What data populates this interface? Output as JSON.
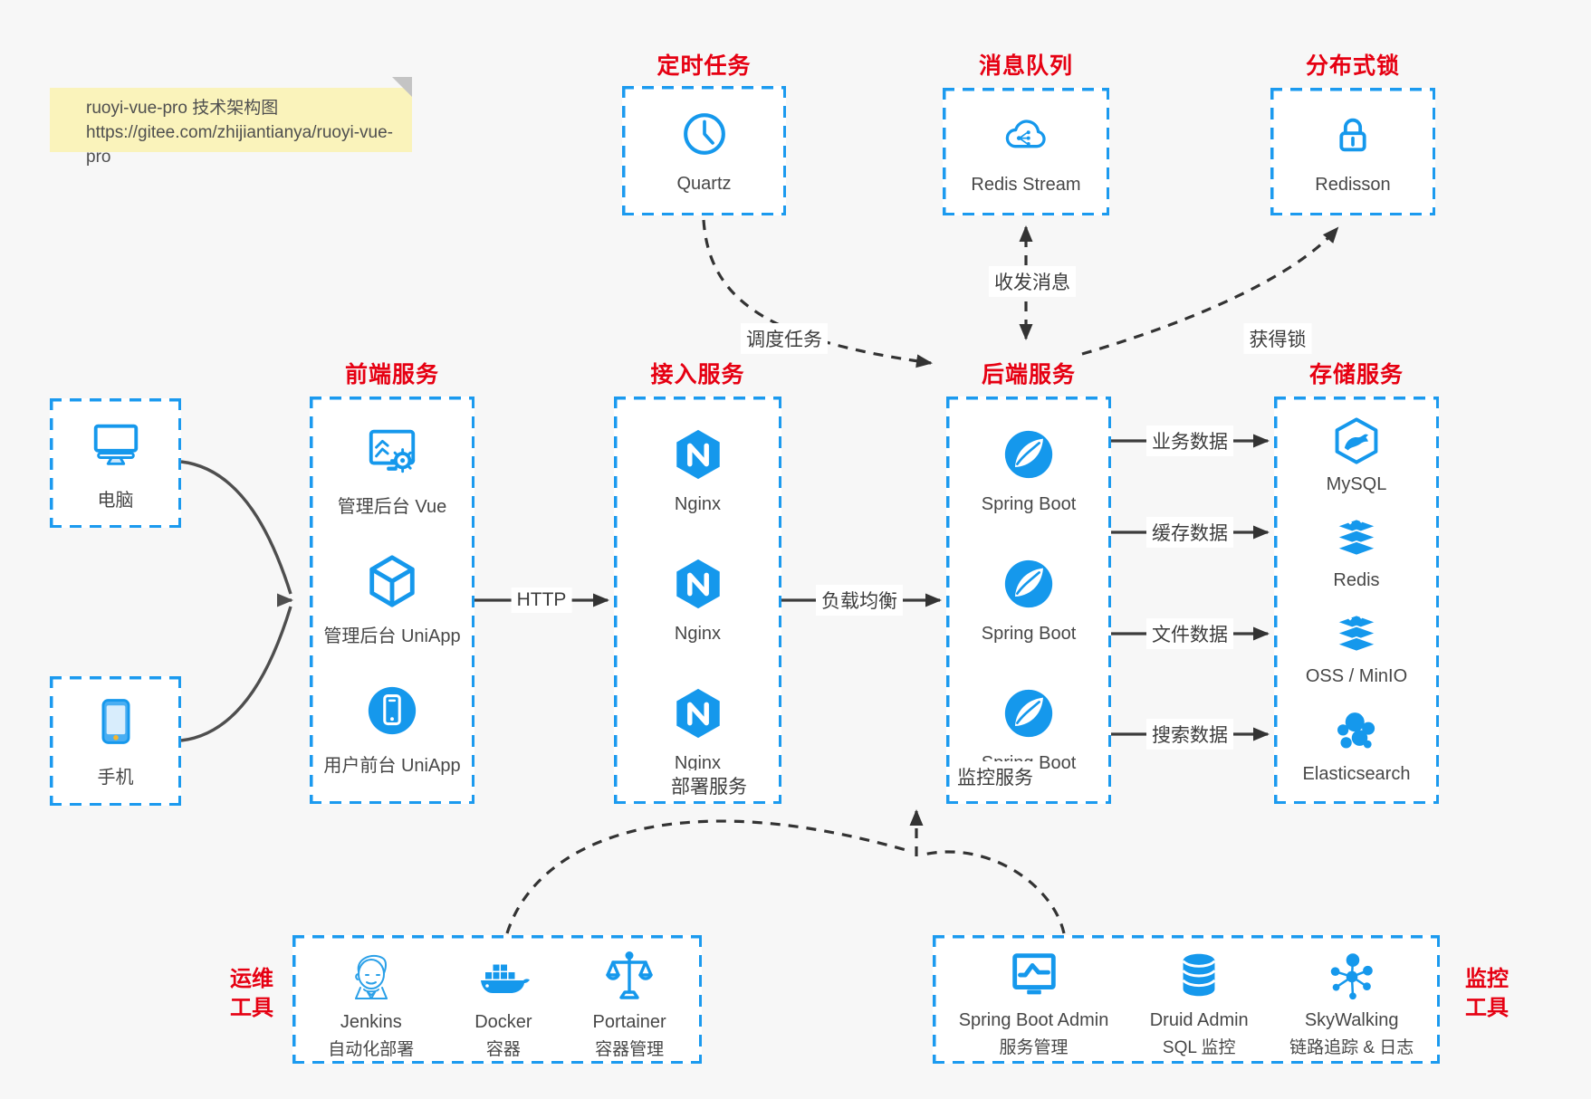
{
  "note": {
    "line1": "ruoyi-vue-pro 技术架构图",
    "line2": "https://gitee.com/zhijiantianya/ruoyi-vue-pro"
  },
  "colors": {
    "accent_blue": "#1b9aef",
    "title_red": "#e60012",
    "note_yellow": "#faf3bb"
  },
  "top_sections": [
    {
      "title": "定时任务",
      "item": {
        "label": "Quartz",
        "icon": "clock-icon"
      }
    },
    {
      "title": "消息队列",
      "item": {
        "label": "Redis Stream",
        "icon": "mq-cloud-icon"
      }
    },
    {
      "title": "分布式锁",
      "item": {
        "label": "Redisson",
        "icon": "lock-icon"
      }
    }
  ],
  "clients": [
    {
      "label": "电脑",
      "icon": "computer-icon"
    },
    {
      "label": "手机",
      "icon": "phone-icon"
    }
  ],
  "columns": [
    {
      "title": "前端服务",
      "items": [
        {
          "label": "管理后台 Vue",
          "icon": "vue-admin-icon"
        },
        {
          "label": "管理后台 UniApp",
          "icon": "uniapp-cube-icon"
        },
        {
          "label": "用户前台 UniApp",
          "icon": "user-app-icon"
        }
      ]
    },
    {
      "title": "接入服务",
      "items": [
        {
          "label": "Nginx",
          "icon": "nginx-icon"
        },
        {
          "label": "Nginx",
          "icon": "nginx-icon"
        },
        {
          "label": "Nginx",
          "icon": "nginx-icon"
        }
      ]
    },
    {
      "title": "后端服务",
      "items": [
        {
          "label": "Spring Boot",
          "icon": "spring-icon"
        },
        {
          "label": "Spring Boot",
          "icon": "spring-icon"
        },
        {
          "label": "Spring Boot",
          "icon": "spring-icon"
        }
      ]
    },
    {
      "title": "存储服务",
      "items": [
        {
          "label": "MySQL",
          "icon": "mysql-icon"
        },
        {
          "label": "Redis",
          "icon": "redis-icon"
        },
        {
          "label": "OSS / MinIO",
          "icon": "oss-minio-icon"
        },
        {
          "label": "Elasticsearch",
          "icon": "elasticsearch-icon"
        }
      ]
    }
  ],
  "edges": {
    "http": "HTTP",
    "load_balance": "负载均衡",
    "schedule": "调度任务",
    "messaging": "收发消息",
    "lock": "获得锁",
    "business": "业务数据",
    "cache": "缓存数据",
    "file": "文件数据",
    "search": "搜索数据",
    "deploy": "部署服务",
    "monitor": "监控服务"
  },
  "bottom_sections": [
    {
      "side_label": [
        "运维",
        "工具"
      ],
      "items": [
        {
          "name": "Jenkins",
          "sub": "自动化部署",
          "icon": "jenkins-icon"
        },
        {
          "name": "Docker",
          "sub": "容器",
          "icon": "docker-icon"
        },
        {
          "name": "Portainer",
          "sub": "容器管理",
          "icon": "portainer-icon"
        }
      ]
    },
    {
      "side_label": [
        "监控",
        "工具"
      ],
      "items": [
        {
          "name": "Spring Boot Admin",
          "sub": "服务管理",
          "icon": "monitor-chart-icon"
        },
        {
          "name": "Druid Admin",
          "sub": "SQL 监控",
          "icon": "database-icon"
        },
        {
          "name": "SkyWalking",
          "sub": "链路追踪 & 日志",
          "icon": "node-network-icon"
        }
      ]
    }
  ]
}
